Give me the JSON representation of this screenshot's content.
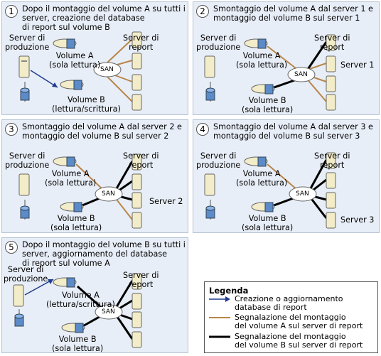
{
  "panels": [
    {
      "number": "1",
      "title": "Dopo il montaggio del volume A su tutti i\nserver, creazione del database\ndi report sul volume B",
      "production_server": "Server di\nproduzione",
      "report_servers": "Server di\nreport",
      "volume_a": "Volume A\n(sola lettura)",
      "volume_b": "Volume B\n(lettura/scrittura)",
      "san": "SAN",
      "callout": ""
    },
    {
      "number": "2",
      "title": "Smontaggio del volume A dal server 1 e\nmontaggio del volume B sul server 1",
      "production_server": "Server di\nproduzione",
      "report_servers": "Server di\nreport",
      "volume_a": "Volume A\n(sola lettura)",
      "volume_b": "Volume B\n(sola lettura)",
      "san": "SAN",
      "callout": "Server 1"
    },
    {
      "number": "3",
      "title": "Smontaggio del volume A dal server 2 e\nmontaggio del volume B sul server 2",
      "production_server": "Server di\nproduzione",
      "report_servers": "Server di\nreport",
      "volume_a": "Volume A\n(sola lettura)",
      "volume_b": "Volume B\n(sola lettura)",
      "san": "SAN",
      "callout": "Server 2"
    },
    {
      "number": "4",
      "title": "Smontaggio del volume A dal server 3 e\nmontaggio del volume B sul server 3",
      "production_server": "Server di\nproduzione",
      "report_servers": "Server di\nreport",
      "volume_a": "Volume A\n(sola lettura)",
      "volume_b": "Volume B\n(sola lettura)",
      "san": "SAN",
      "callout": "Server 3"
    },
    {
      "number": "5",
      "title": "Dopo il montaggio del volume B su tutti i\nserver, aggiornamento del database\ndi report sul volume A",
      "production_server": "Server di\nproduzione",
      "report_servers": "Server di\nreport",
      "volume_a": "Volume A\n(lettura/scrittura)",
      "volume_b": "Volume B\n(sola lettura)",
      "san": "SAN",
      "callout": ""
    }
  ],
  "legend": {
    "title": "Legenda",
    "items": [
      {
        "label": "Creazione o aggiornamento\ndatabase di report",
        "color": "#1f3b8f",
        "style": "arrow"
      },
      {
        "label": "Segnalazione del montaggio\ndel volume A sul server di report",
        "color": "#b8864a",
        "style": "thin"
      },
      {
        "label": "Segnalazione del montaggio\ndel volume B sul server di report",
        "color": "#000000",
        "style": "thick"
      }
    ]
  },
  "colors": {
    "panel_bg": "#e8eef7",
    "volume_a_line": "#b8864a",
    "volume_b_line": "#000000",
    "db_arrow": "#1f3b8f"
  }
}
